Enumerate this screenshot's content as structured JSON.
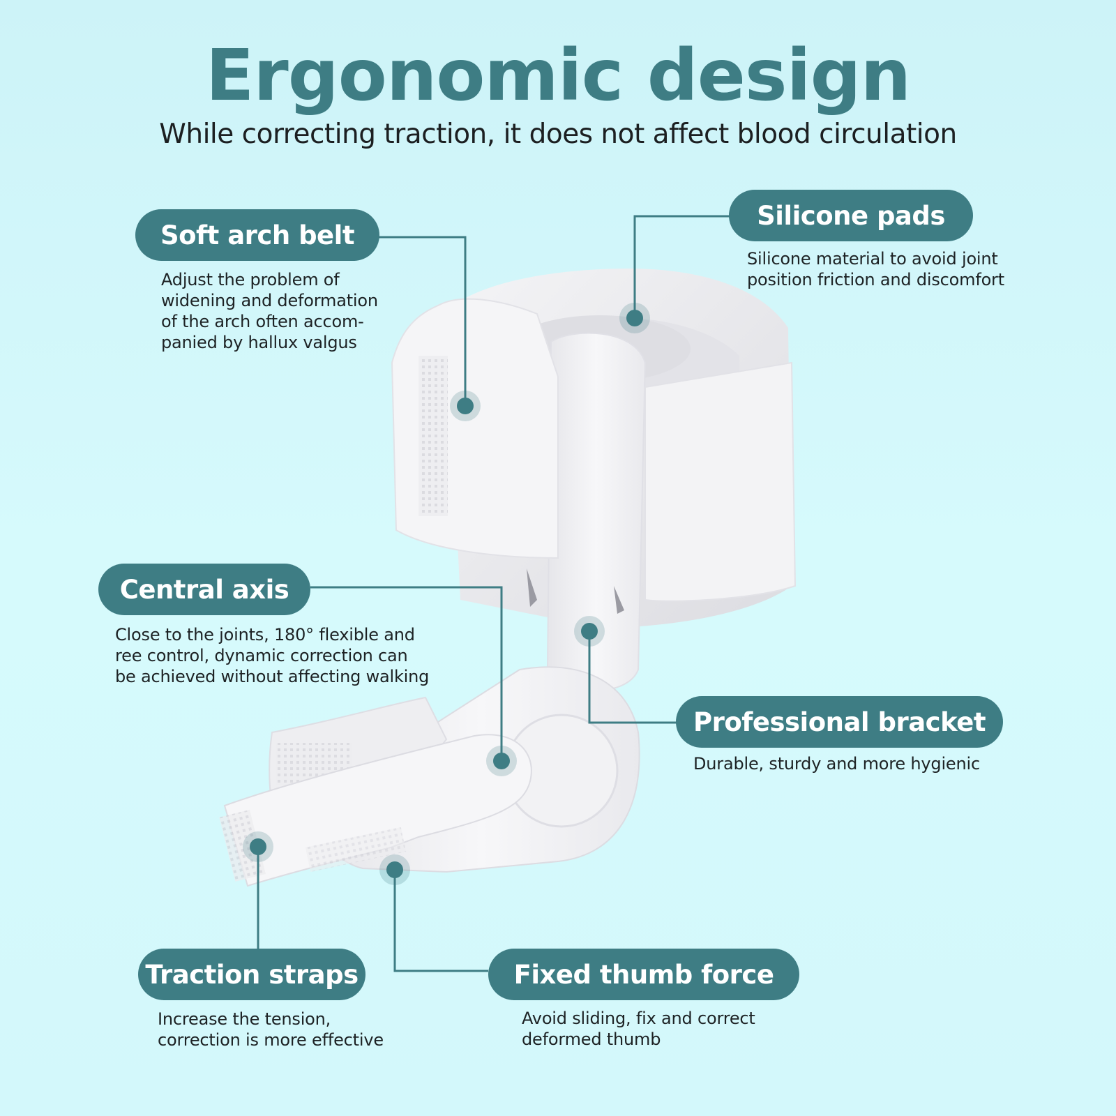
{
  "header": {
    "title": "Ergonomic design",
    "subtitle": "While correcting traction, it does not affect blood circulation"
  },
  "features": {
    "soft_arch_belt": {
      "label": "Soft arch belt",
      "desc": [
        "Adjust the problem of",
        "widening and deformation",
        "of the arch often accom-",
        "panied by hallux valgus"
      ]
    },
    "silicone_pads": {
      "label": "Silicone pads",
      "desc": [
        "Silicone material to avoid joint",
        "position friction and discomfort"
      ]
    },
    "central_axis": {
      "label": "Central axis",
      "desc": [
        "Close to the joints, 180° flexible and",
        "ree control, dynamic correction can",
        "be achieved without affecting walking"
      ]
    },
    "professional_bracket": {
      "label": "Professional bracket",
      "desc": [
        "Durable, sturdy and more hygienic"
      ]
    },
    "traction_straps": {
      "label": "Traction straps",
      "desc": [
        "Increase the tension,",
        "correction is more effective"
      ]
    },
    "fixed_thumb_force": {
      "label": "Fixed thumb force",
      "desc": [
        "Avoid sliding, fix and correct",
        "deformed thumb"
      ]
    }
  },
  "colors": {
    "accent": "#3e7d84",
    "background": "#d3f8fb",
    "text": "#1d2224"
  }
}
